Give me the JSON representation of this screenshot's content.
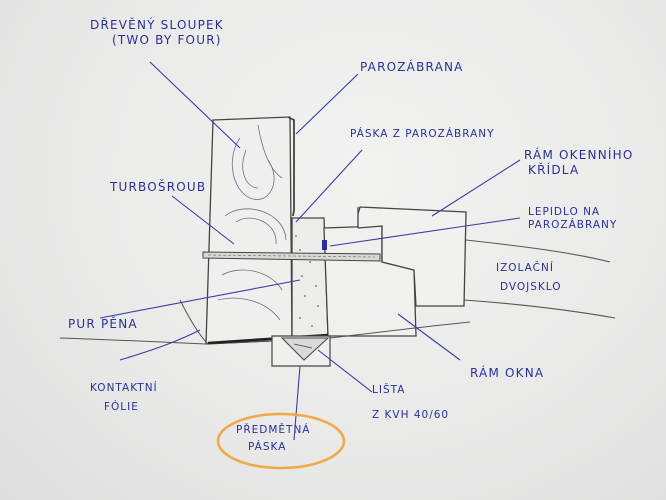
{
  "labels": {
    "stud": [
      "Dřevěný sloupek",
      "(two by four)"
    ],
    "vapor_barrier": "Parozábrana",
    "vapor_tape": "Páska z parozábrany",
    "sash_frame": [
      "Rám okenního",
      "křídla"
    ],
    "screw": "Turbošroub",
    "glue": [
      "Lepidlo na",
      "parozábrany"
    ],
    "glazing": [
      "Izolační",
      "dvojsklo"
    ],
    "foam": "PUR pěna",
    "window_frame": "Rám okna",
    "contact_foil": [
      "Kontaktní",
      "fólie"
    ],
    "batten": [
      "Lišta",
      "z KVH 40/60"
    ],
    "plaster_tape": [
      "Předmětná",
      "páska"
    ]
  },
  "colors": {
    "ink": "#2b2f9a",
    "pencil": "#444444",
    "highlight": "#f0a84a"
  }
}
